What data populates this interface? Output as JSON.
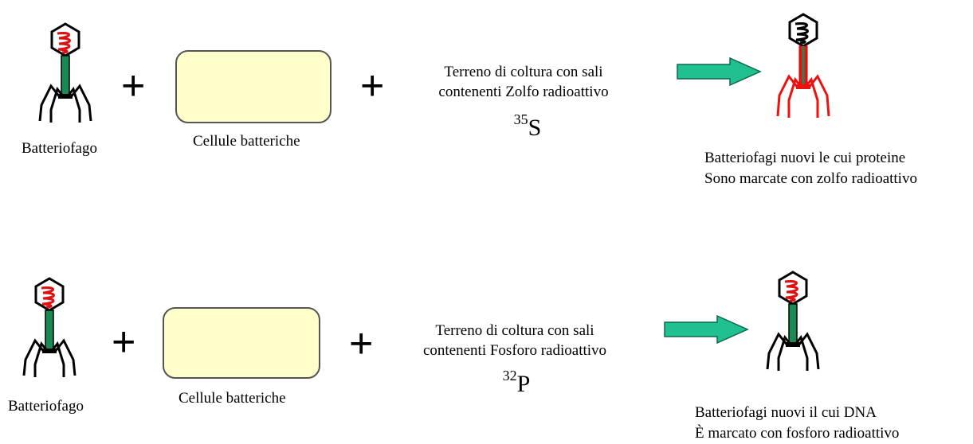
{
  "experiments": [
    {
      "phage_label": "Batteriofago",
      "cell_label": "Cellule batteriche",
      "plus_1": "+",
      "plus_2": "+",
      "medium_line1": "Terreno di coltura con sali",
      "medium_line2": "contenenti  Zolfo radioattivo",
      "isotope_mass": "35",
      "isotope_symbol": "S",
      "result_line1": "Batteriofagi nuovi le cui proteine",
      "result_line2": "Sono marcate con zolfo radioattivo"
    },
    {
      "phage_label": "Batteriofago",
      "cell_label": "Cellule batteriche",
      "plus_1": "+",
      "plus_2": "+",
      "medium_line1": "Terreno di coltura con sali",
      "medium_line2": "contenenti  Fosforo radioattivo",
      "isotope_mass": "32",
      "isotope_symbol": "P",
      "result_line1": "Batteriofagi nuovi il cui DNA",
      "result_line2": "È marcato con fosforo radioattivo"
    }
  ],
  "colors": {
    "cell_fill": "#ffffcc",
    "arrow_fill": "#20c090",
    "phage_tail": "#1a8a55",
    "dna_red": "#dd1111",
    "protein_red": "#ee1111"
  }
}
